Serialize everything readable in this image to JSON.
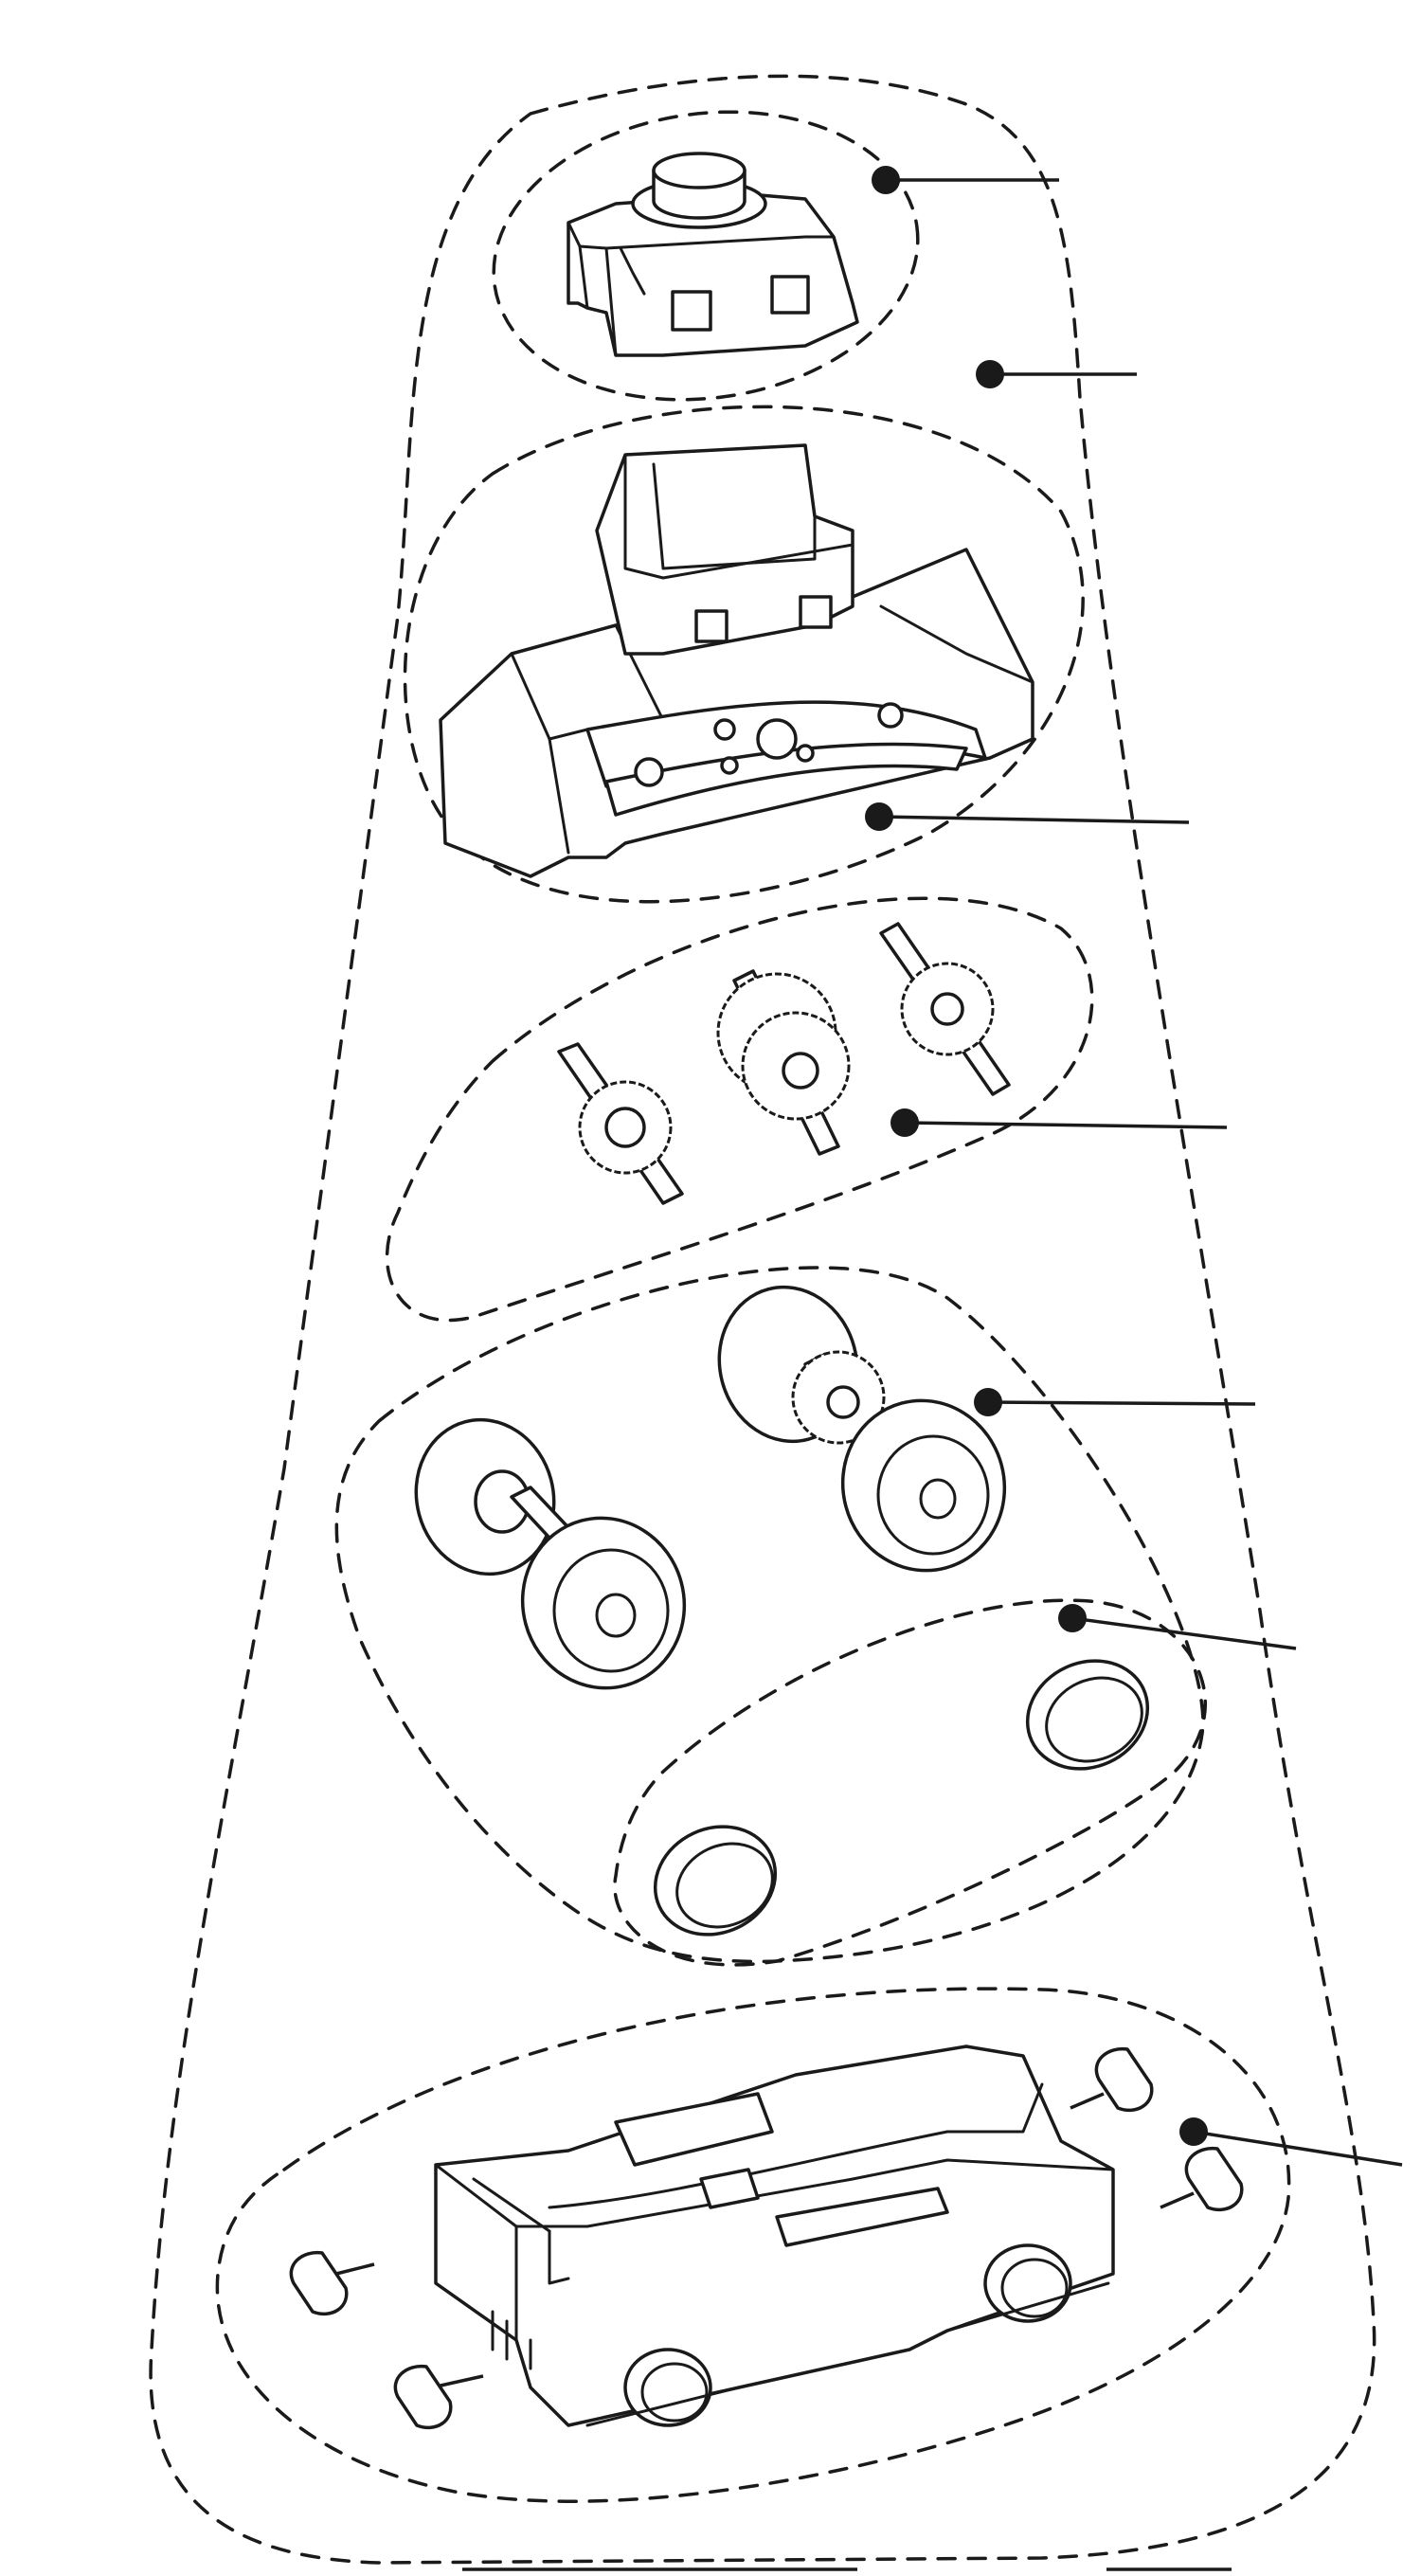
{
  "diagram": {
    "description_lines": 2,
    "groups": [
      {
        "id": "outer-assembly",
        "part": "bogie-assembly"
      },
      {
        "id": "top-cap",
        "part": "motor-cap"
      },
      {
        "id": "gear-housing",
        "part": "gear-housing"
      },
      {
        "id": "gears",
        "part": "gear-set"
      },
      {
        "id": "wheelsets",
        "part": "wheelsets"
      },
      {
        "id": "traction-tyres",
        "part": "traction-tyres"
      },
      {
        "id": "frame",
        "part": "bogie-frame"
      }
    ],
    "callout_count": 7
  },
  "colors": {
    "line": "#1a1a1a",
    "background": "#ffffff"
  }
}
